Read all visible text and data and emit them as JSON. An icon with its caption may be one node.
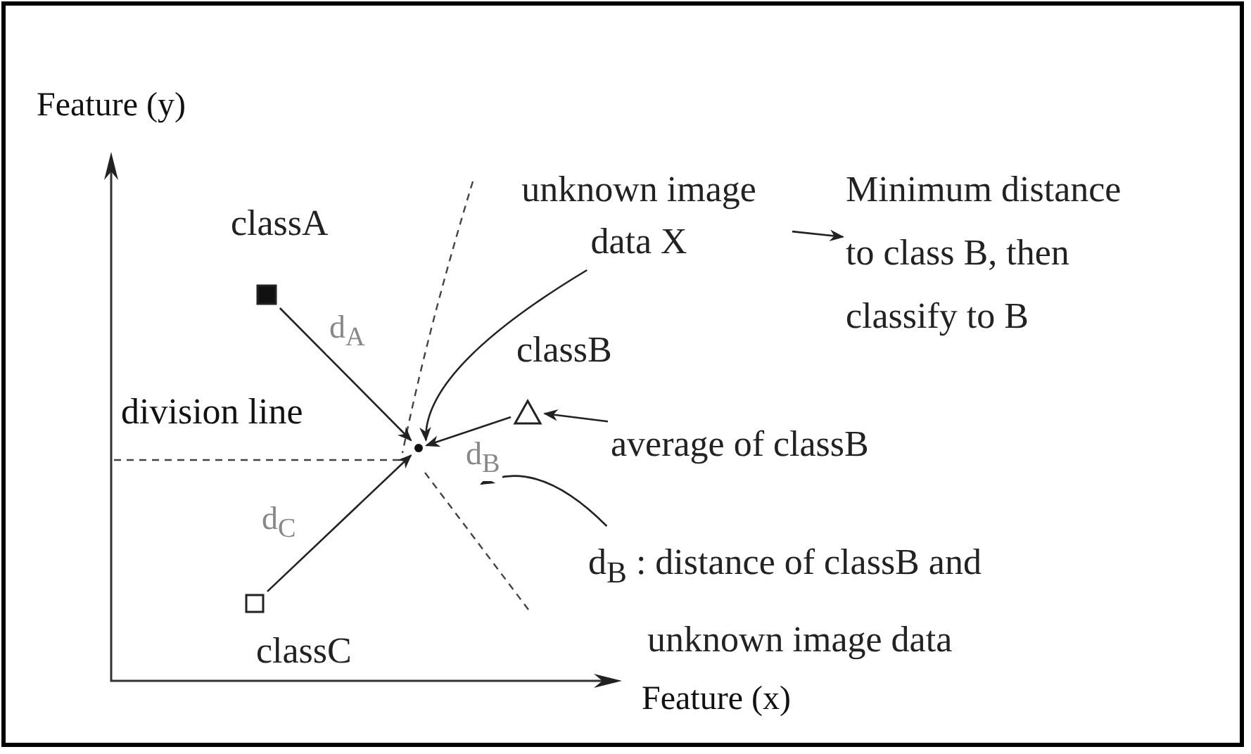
{
  "diagram": {
    "nodes": [
      {
        "text": [],
        "shape": "box",
        "beside": [
          "classA"
        ]
      },
      {
        "text": [],
        "shape": "triangle",
        "beside": [
          "classB"
        ]
      },
      {
        "text": [],
        "shape": "box",
        "beside": [
          "classC"
        ]
      },
      {
        "text": [],
        "shape": "circle"
      },
      {
        "text": [
          "unknown image data X"
        ]
      },
      {
        "text": [
          "average of classB"
        ]
      },
      {
        "text": [
          "d$_{B}$ : distance of classB and unknown image data"
        ]
      },
      {
        "text": [
          "Minimum distance to class B, then classify to B"
        ]
      }
    ],
    "edges": [
      {
        "from": 0,
        "to": 3,
        "arrow": "to",
        "label": "d$_{A}$"
      },
      {
        "from": 1,
        "to": 3,
        "arrow": "to",
        "label": "d$_{B}$"
      },
      {
        "from": 2,
        "to": 3,
        "arrow": "to",
        "label": "d$_{C}$"
      },
      {
        "from": 4,
        "to": 3,
        "arrow": "to"
      },
      {
        "from": 5,
        "to": 1,
        "arrow": "to"
      },
      {
        "from": 6,
        "to": null,
        "arrow": "to"
      },
      {
        "from": 4,
        "to": 7,
        "arrow": "to"
      }
    ],
    "labels": [
      "Feature (y)",
      "division line",
      "Feature (x)"
    ]
  }
}
